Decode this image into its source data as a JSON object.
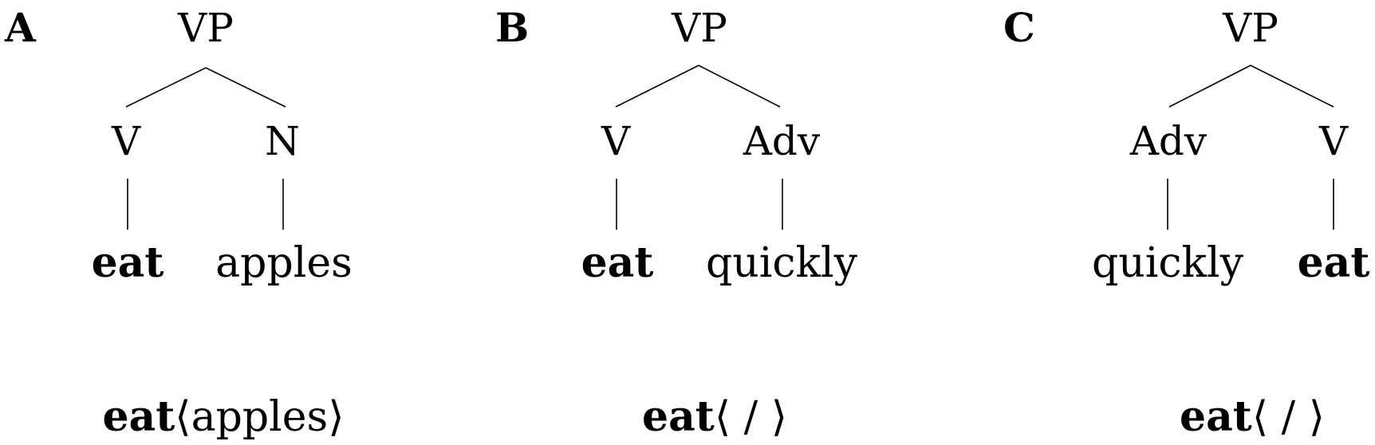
{
  "panels": [
    {
      "label": "A",
      "root": "VP",
      "left": {
        "category": "V",
        "word": "eat",
        "word_bold": true
      },
      "right": {
        "category": "N",
        "word": "apples",
        "word_bold": false
      },
      "formula": {
        "head": "eat",
        "open": "⟨",
        "content": "apples",
        "close": "⟩"
      }
    },
    {
      "label": "B",
      "root": "VP",
      "left": {
        "category": "V",
        "word": "eat",
        "word_bold": true
      },
      "right": {
        "category": "Adv",
        "word": "quickly",
        "word_bold": false
      },
      "formula": {
        "head": "eat",
        "open": "⟨",
        "content": " / ",
        "close": "⟩"
      }
    },
    {
      "label": "C",
      "root": "VP",
      "left": {
        "category": "Adv",
        "word": "quickly",
        "word_bold": false
      },
      "right": {
        "category": "V",
        "word": "eat",
        "word_bold": true
      },
      "formula": {
        "head": "eat",
        "open": "⟨",
        "content": " / ",
        "close": "⟩"
      }
    }
  ]
}
